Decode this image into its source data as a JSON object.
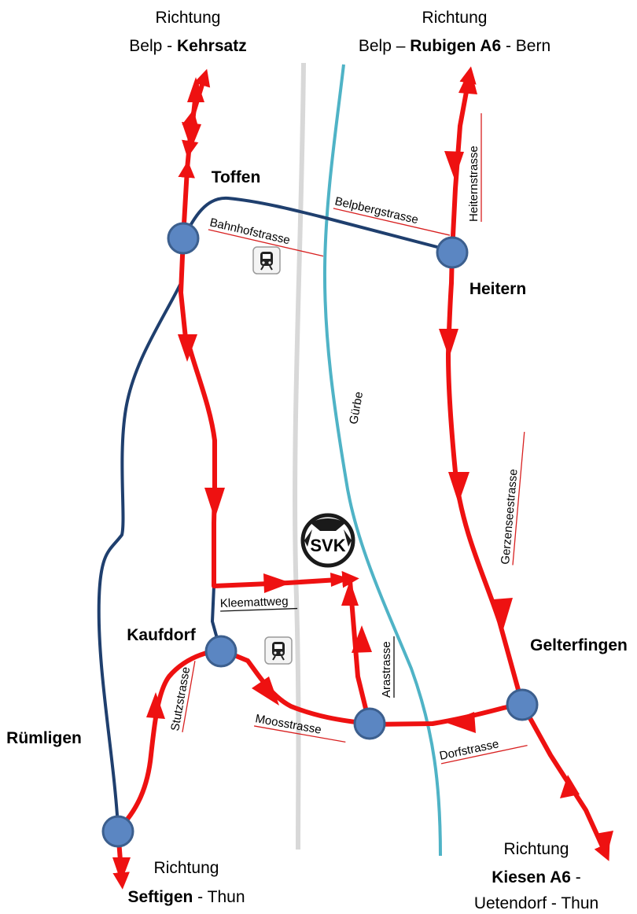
{
  "directions": {
    "nw": {
      "line1": "Richtung",
      "line2_pre": "Belp - ",
      "line2_bold": "Kehrsatz"
    },
    "ne": {
      "line1": "Richtung",
      "line2_pre": "Belp – ",
      "line2_bold": "Rubigen A6",
      "line2_post": " - Bern"
    },
    "sw": {
      "line1": "Richtung",
      "line2_bold": "Seftigen",
      "line2_post": " - Thun"
    },
    "se": {
      "line1": "Richtung",
      "line2_bold": "Kiesen A6",
      "line2_post": " -",
      "line3": "Uetendorf - Thun"
    }
  },
  "places": {
    "toffen": "Toffen",
    "heitern": "Heitern",
    "kaufdorf": "Kaufdorf",
    "gelterfingen": "Gelterfingen",
    "ruemligen": "Rümligen"
  },
  "streets": {
    "bahnhofstrasse": "Bahnhofstrasse",
    "belpbergstrasse": "Belpbergstrasse",
    "heiternstrasse": "Heiternstrasse",
    "gerzenseestrasse": "Gerzenseestrasse",
    "kleemattweg": "Kleemattweg",
    "arastrasse": "Arastrasse",
    "moosstrasse": "Moosstrasse",
    "dorfstrasse": "Dorfstrasse",
    "stutzstrasse": "Stutzstrasse"
  },
  "river": "Gürbe",
  "logo_text": "SVK",
  "icons": {
    "train_station": "train-icon",
    "club_logo": "soccer-ball-icon"
  },
  "colors": {
    "route": "#ee1111",
    "road": "#1f3f6e",
    "river": "#4fb3c6",
    "railway": "#d8d8d8",
    "stop_fill": "#5b86c2",
    "stop_stroke": "#3c5f8e",
    "street_underline": "#d82020"
  }
}
